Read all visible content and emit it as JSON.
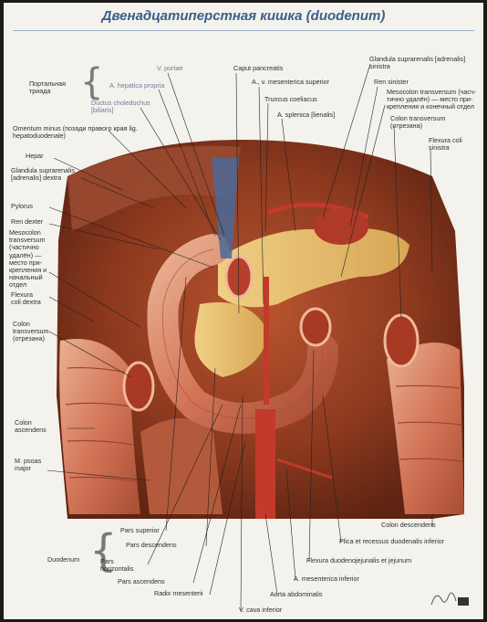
{
  "title": "Двенадцатиперстная кишка (duodenum)",
  "groups": {
    "portal_triad": "Портальная\nтриада",
    "duodenum": "Duodenum"
  },
  "labels": {
    "v_portae": "V. portae",
    "a_hepatica_propria": "A. hepatica propria",
    "ductus_choledochus": "Ductus choledochus\n[biliaris]",
    "omentum_minus": "Omentum minus (позади правого края lig.\nhepatoduodenale)",
    "hepar": "Hepar",
    "glandula_dextra": "Glandula suprarenalis\n[adrenalis] dextra",
    "pylorus": "Pylorus",
    "ren_dexter": "Ren dexter",
    "mesocolon_left_side": "Mesocolon\ntransversum\n(частично\nудалён) —\nместо при-\nкрепления и\nначальный\nотдел",
    "flexura_coli_dextra": "Flexura\ncoli dextra",
    "colon_transversum_right": "Colon\ntransversum\n(отрезана)",
    "colon_ascendens": "Colon\nascendens",
    "m_psoas_major": "M. psoas\nmajor",
    "caput_pancreatis": "Caput pancreatis",
    "a_v_mesenterica_superior": "A., v. mesenterica superior",
    "truncus_coeliacus": "Truncus coeliacus",
    "a_splenica": "A. splenica [lienalis]",
    "glandula_sinistra": "Glandula suprarenalis [adrenalis]\nsinistra",
    "ren_sinister": "Ren sinister",
    "mesocolon_right_side": "Mesocolon transversum (часч-\nтично удалён) — место при-\nкрепления и конечный отдел",
    "colon_transversum_left": "Colon transversum\n(отрезана)",
    "flexura_coli_sinistra": "Flexura coli\nsinistra",
    "pars_superior": "Pars superior",
    "pars_descendens": "Pars descendens",
    "pars_horizontalis": "Pars\nhorizontalis",
    "pars_ascendens": "Pars ascendens",
    "radix_mesenterii": "Radix mesenterii",
    "v_cava_inferior": "V. cava inferior",
    "aorta_abdominalis": "Aorta abdominalis",
    "a_mesenterica_inferior": "A. mesenterica inferior",
    "flexura_duodenojejunalis": "Flexura duodenojejunalis et jejunum",
    "plica_recessus": "Plica et recessus duodenalis inferior",
    "colon_descendens": "Colon descendens"
  },
  "colors": {
    "title": "#3a5e8c",
    "bowel": "#d87a5c",
    "pancreas": "#e8c06a",
    "artery": "#c23a2a",
    "vein": "#4a6a9a",
    "fat": "#e7c27a"
  }
}
